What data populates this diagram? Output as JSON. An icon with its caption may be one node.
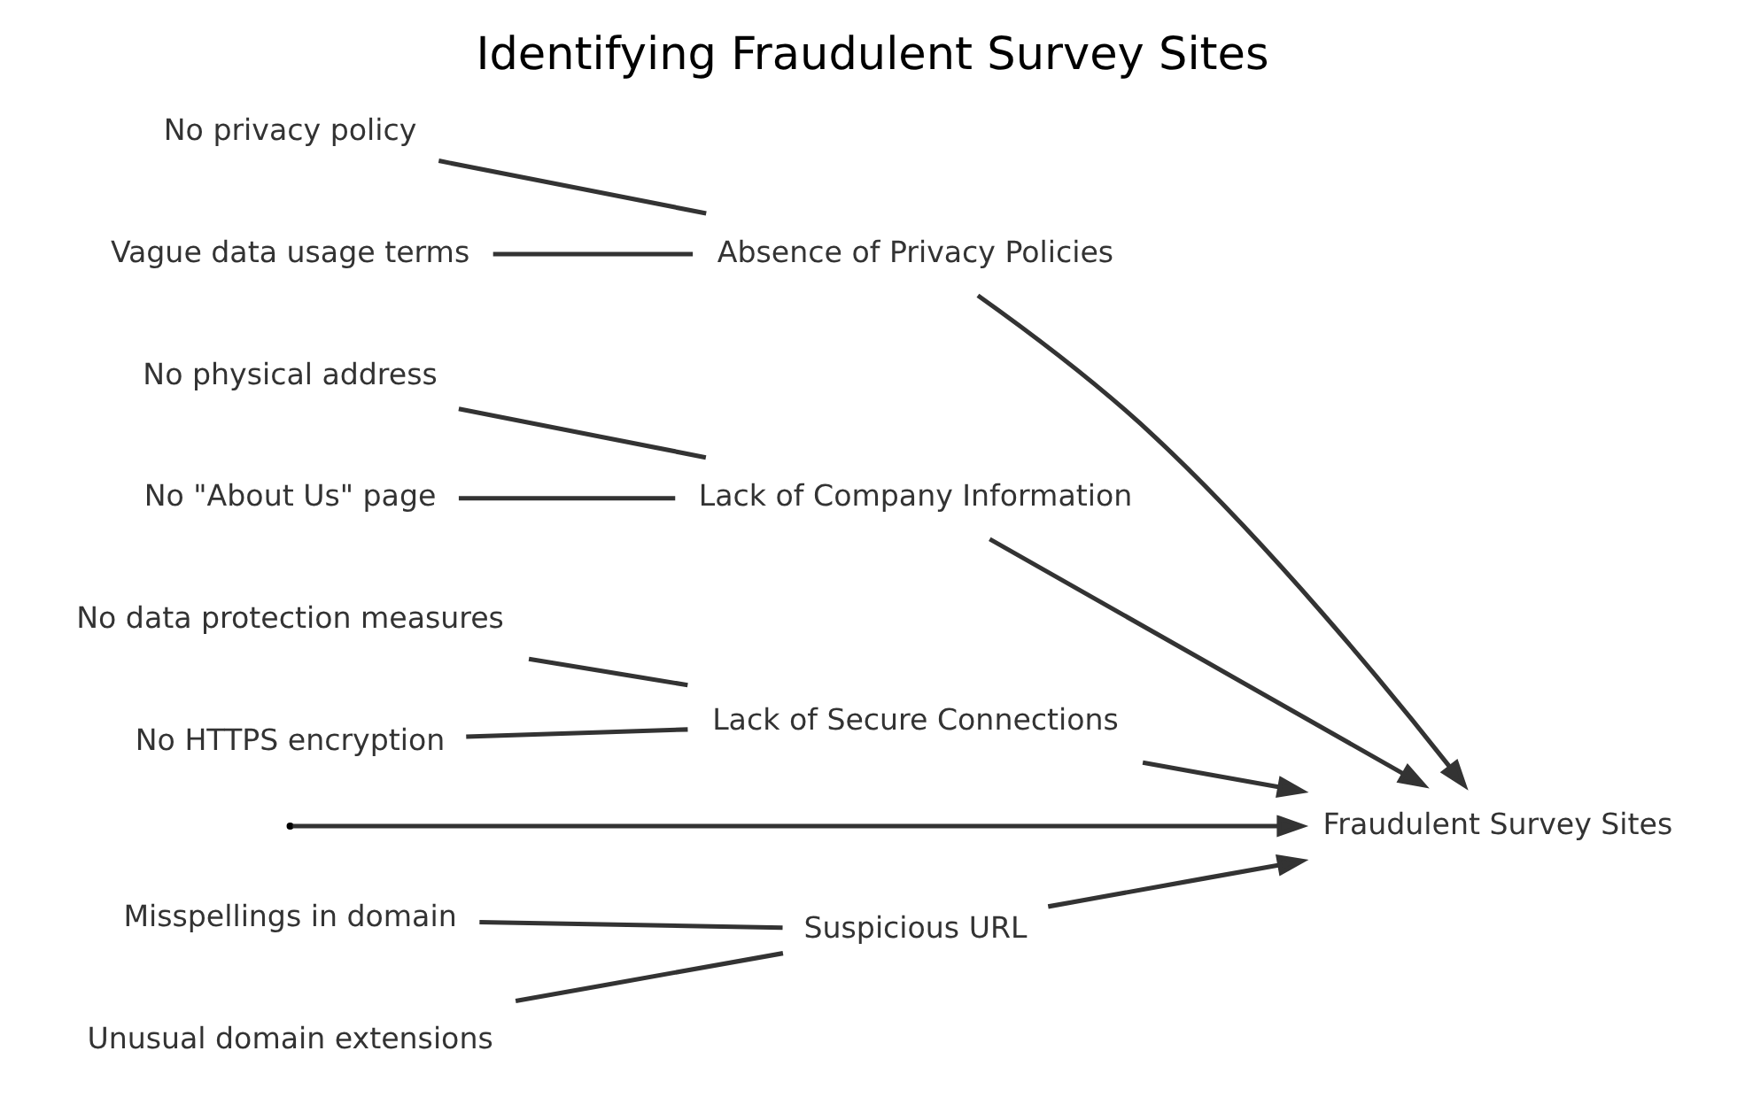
{
  "diagram": {
    "title": "Identifying Fraudulent Survey Sites",
    "nodes": [
      {
        "text": [
          "Suspicious URL"
        ]
      },
      {
        "text": [
          "Misspellings in domain"
        ]
      },
      {
        "text": [
          "Unusual domain extensions"
        ]
      },
      {
        "text": [
          "Absence of Privacy Policies"
        ]
      },
      {
        "text": [
          "No privacy policy"
        ]
      },
      {
        "text": [
          "Vague data usage terms"
        ]
      },
      {
        "text": [
          "Lack of Company Information"
        ]
      },
      {
        "text": [
          "No physical address"
        ]
      },
      {
        "text": [
          "No \"About Us\" page"
        ]
      },
      {
        "text": [
          "Lack of Secure Connections"
        ]
      },
      {
        "text": [
          "No data protection measures"
        ]
      },
      {
        "text": [
          "No HTTPS encryption"
        ]
      },
      {
        "text": [
          "Fraudulent Survey Sites"
        ]
      }
    ],
    "edges": [
      {
        "from": null,
        "to": 12,
        "arrow": "to"
      },
      {
        "from": 0,
        "to": 12,
        "arrow": "to"
      },
      {
        "from": 1,
        "to": 0,
        "arrow": "none"
      },
      {
        "from": 2,
        "to": 0,
        "arrow": "none"
      },
      {
        "from": 3,
        "to": 12,
        "arrow": "to"
      },
      {
        "from": 4,
        "to": 3,
        "arrow": "none"
      },
      {
        "from": 5,
        "to": 3,
        "arrow": "none"
      },
      {
        "from": 6,
        "to": 12,
        "arrow": "to"
      },
      {
        "from": 7,
        "to": 6,
        "arrow": "none"
      },
      {
        "from": 8,
        "to": 6,
        "arrow": "none"
      },
      {
        "from": 9,
        "to": 12,
        "arrow": "to"
      },
      {
        "from": 10,
        "to": 9,
        "arrow": "none"
      },
      {
        "from": 11,
        "to": 9,
        "arrow": "none"
      }
    ]
  }
}
